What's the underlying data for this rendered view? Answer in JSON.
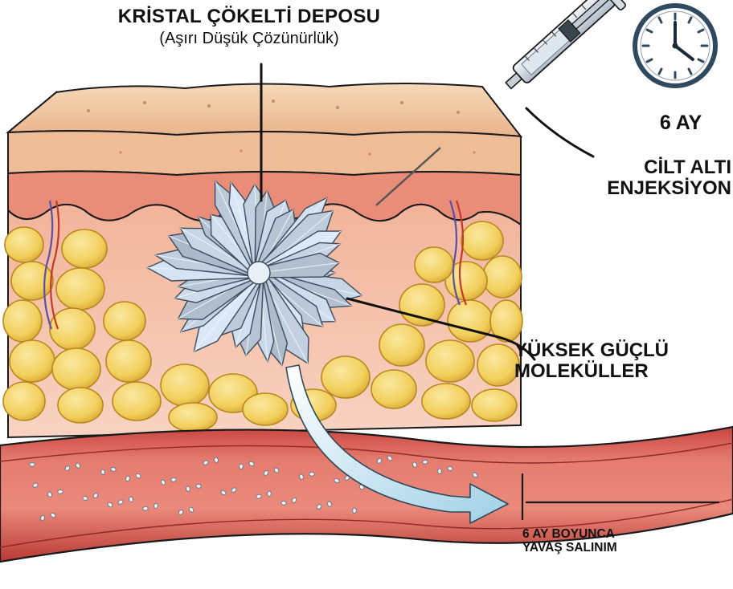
{
  "labels": {
    "title": "KRİSTAL ÇÖKELTİ DEPOSU",
    "subtitle": "(Aşırı Düşük Çözünürlük)",
    "duration": "6 AY",
    "injection_line1": "CİLT ALTI",
    "injection_line2": "ENJEKSİYON",
    "molecules_line1": "YÜKSEK GÜÇLÜ",
    "molecules_line2": "MOLEKÜLLER",
    "release_line1": "6 AY BOYUNCA",
    "release_line2": "YAVAŞ SALINIM"
  },
  "icons": {
    "clock": "clock-icon",
    "syringe": "syringe-icon",
    "crystal": "crystal-cluster-icon",
    "release_arrow": "curved-arrow-icon"
  },
  "colors": {
    "skin_top": "#efc6a0",
    "dermis": "#f3b9a3",
    "fat": "#f4d46c",
    "fat_edge": "#c99a2a",
    "vessel": "#d9534f",
    "vessel_inner": "#e9756d",
    "crystal": "#b9c8d6",
    "arrow": "#d7ecf5",
    "outline": "#1a1a1a"
  }
}
